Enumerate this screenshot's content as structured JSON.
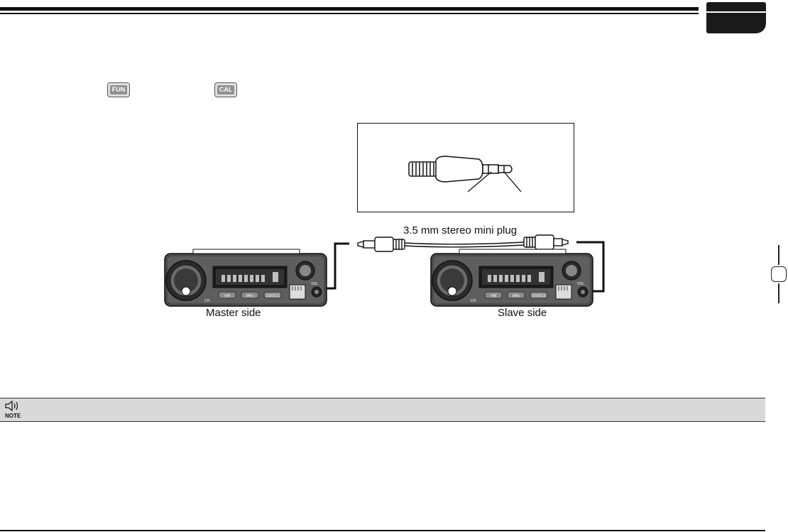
{
  "keys": {
    "fun": "FUN",
    "cal": "CAL"
  },
  "diagram": {
    "cable_label": "3.5 mm stereo mini plug",
    "master_label": "Master side",
    "slave_label": "Slave side",
    "radio_buttons": [
      "V/M",
      "MHz",
      "DS/DCS"
    ],
    "radio_vol_label": "VOL",
    "radio_ch_label": "CH"
  },
  "note": {
    "label": "NOTE"
  }
}
